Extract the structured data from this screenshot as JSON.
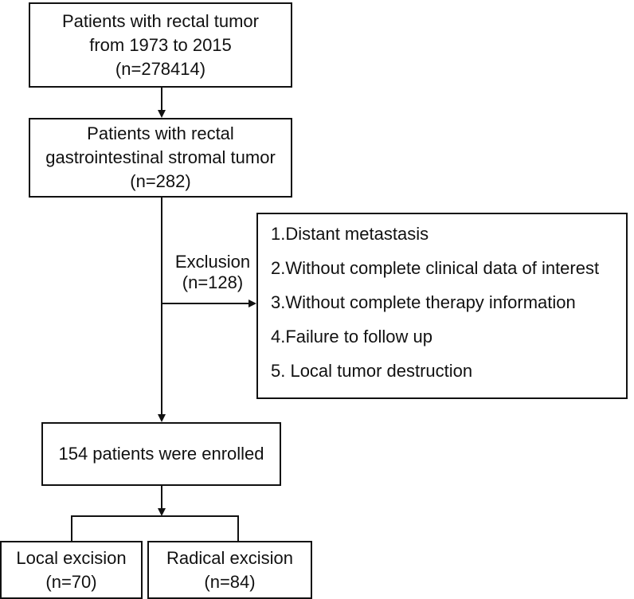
{
  "boxes": {
    "initial": {
      "line1": "Patients with rectal tumor",
      "line2": "from 1973 to 2015",
      "line3": "(n=278414)"
    },
    "gist": {
      "line1": "Patients with rectal",
      "line2": "gastrointestinal stromal tumor",
      "line3": "(n=282)"
    },
    "enrolled": {
      "line1": "154 patients were enrolled"
    },
    "local": {
      "line1": "Local excision",
      "line2": "(n=70)"
    },
    "radical": {
      "line1": "Radical excision",
      "line2": "(n=84)"
    }
  },
  "exclusion": {
    "label": "Exclusion",
    "count": "(n=128)",
    "criteria": [
      "1.Distant metastasis",
      "2.Without complete clinical data of interest",
      "3.Without complete therapy information",
      "4.Failure to follow up",
      "5. Local tumor destruction"
    ]
  },
  "colors": {
    "stroke": "#111111",
    "background": "#ffffff"
  }
}
